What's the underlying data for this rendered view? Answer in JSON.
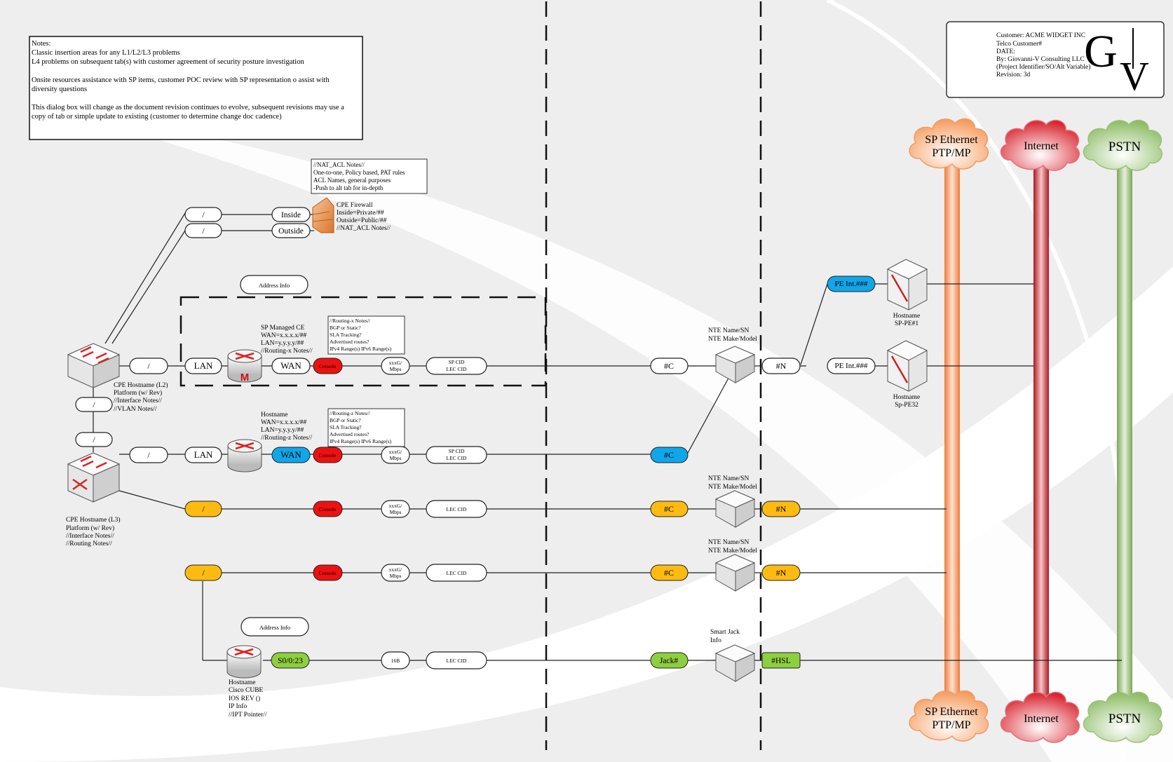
{
  "notes": {
    "lines": [
      "Notes:",
      "Classic insertion areas for any L1/L2/L3 problems",
      "L4 problems on subsequent tab(s) with customer agreement of security posture investigation",
      "",
      "Onsite resources assistance with SP items, customer POC review with SP representation o assist with",
      "diversity questions",
      "",
      "This dialog box will change as the document revision continues to evolve, subsequent revisions may use a",
      "copy of tab or simple update to existing (customer to determine change doc cadence)"
    ]
  },
  "title_block": {
    "lines": [
      "Customer: ACME WIDGET INC",
      "Telco Customer#",
      "DATE:",
      "By: Giovanni-V Consulting LLC",
      "(Project Identifier/SO/Alt Variable)",
      "Revision: 3d"
    ],
    "logo": "GV"
  },
  "nat_notes": {
    "lines": [
      "//NAT_ACL Notes//",
      "One-to-one, Policy based, PAT rules",
      "ACL Names, general purposes",
      "-Push to alt tab for in-depth"
    ]
  },
  "firewall": {
    "inside": "Inside",
    "outside": "Outside",
    "lines": [
      "CPE Firewall",
      "Inside=Private/##",
      "Outside=Public/##",
      "//NAT_ACL Notes//"
    ]
  },
  "address_info": "Address Info",
  "slash": "/",
  "lan": "LAN",
  "wan": "WAN",
  "console": "Console",
  "speed": [
    "xxxG/",
    "Mbps"
  ],
  "sp_cid": [
    "SP CID",
    "LEC CID"
  ],
  "lec_cid": "LEC CID",
  "c_tag": "#C",
  "n_tag": "#N",
  "jack": "Jack#",
  "hsl": "#HSL",
  "s0": "S0/0:23",
  "b16": "16B",
  "cpe_l2": [
    "CPE Hostname (L2)",
    "Platform (w/ Rev)",
    "//Interface Notes//",
    "//VLAN Notes//"
  ],
  "cpe_l3": [
    "CPE Hostname (L3)",
    "Platform (w/ Rev)",
    "//Interface Notes//",
    "//Routing Notes//"
  ],
  "sp_ce": [
    "SP Managed CE",
    "WAN=x.x.x.x/##",
    "LAN=y.y.y.y/##",
    "//Routing-x Notes//"
  ],
  "router2": [
    "Hostname",
    "WAN=x.x.x.x/##",
    "LAN=y.y.y.y/##",
    "//Routing-z Notes//"
  ],
  "routing_x": [
    "//Routing-x Notes//",
    "BGP or Static?",
    "SLA Tracking?",
    "Advertised routes?",
    "IPv4 Range(s) IPv6 Range(s)"
  ],
  "routing_z": [
    "//Routing-z Notes//",
    "BGP or Static?",
    "SLA Tracking?",
    "Advertised routes?",
    "IPv4 Range(s) IPv6 Range(s)"
  ],
  "nte": [
    "NTE Name/SN",
    "NTE Make/Model"
  ],
  "smart_jack": [
    "Smart Jack",
    "Info"
  ],
  "cube": [
    "Hostname",
    "Cisco CUBE",
    "IOS REV ()",
    "IP Info",
    "//IPT Pointer//"
  ],
  "pe_int": "PE Int.###",
  "pe1": [
    "Hostname",
    "SP-PE#1"
  ],
  "pe2": [
    "Hostname",
    "Sp-PE32"
  ],
  "clouds": {
    "sp": [
      "SP Ethernet",
      "PTP/MP"
    ],
    "internet": "Internet",
    "pstn": "PSTN"
  },
  "colors": {
    "blue": "#10a6ea",
    "red": "#ee1111",
    "amber": "#fdbb11",
    "green": "#8dcf3f",
    "orange_trunk": "#f6a06a",
    "red_trunk": "#c21d26",
    "green_trunk": "#9cc17a"
  }
}
